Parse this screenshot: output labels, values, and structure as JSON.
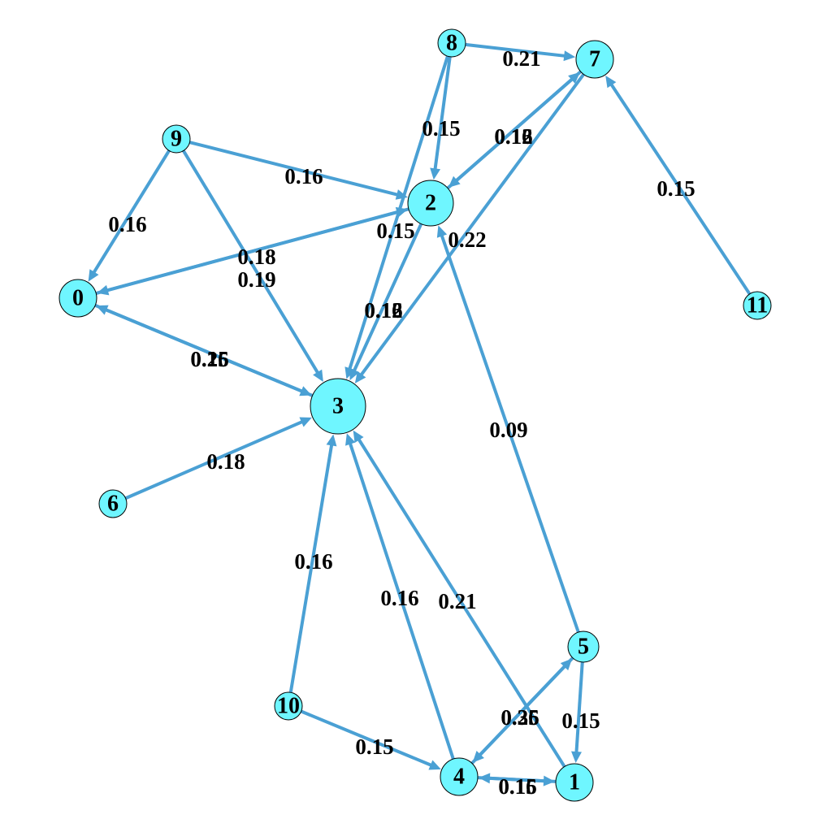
{
  "graph": {
    "type": "directed-weighted-graph",
    "nodes": [
      {
        "id": "0",
        "label": "0"
      },
      {
        "id": "1",
        "label": "1"
      },
      {
        "id": "2",
        "label": "2"
      },
      {
        "id": "3",
        "label": "3"
      },
      {
        "id": "4",
        "label": "4"
      },
      {
        "id": "5",
        "label": "5"
      },
      {
        "id": "6",
        "label": "6"
      },
      {
        "id": "7",
        "label": "7"
      },
      {
        "id": "8",
        "label": "8"
      },
      {
        "id": "9",
        "label": "9"
      },
      {
        "id": "10",
        "label": "10"
      },
      {
        "id": "11",
        "label": "11"
      }
    ],
    "edges": [
      {
        "source": "8",
        "target": "7",
        "weight": "0.21"
      },
      {
        "source": "8",
        "target": "2",
        "weight": "0.15"
      },
      {
        "source": "8",
        "target": "3",
        "weight": "0.12"
      },
      {
        "source": "7",
        "target": "2",
        "weight": "0.16"
      },
      {
        "source": "2",
        "target": "7",
        "weight": "0.12"
      },
      {
        "source": "7",
        "target": "3",
        "weight": "0.22"
      },
      {
        "source": "11",
        "target": "7",
        "weight": "0.15"
      },
      {
        "source": "9",
        "target": "2",
        "weight": "0.16"
      },
      {
        "source": "9",
        "target": "0",
        "weight": "0.16"
      },
      {
        "source": "9",
        "target": "3",
        "weight": "0.19"
      },
      {
        "source": "2",
        "target": "0",
        "weight": "0.18"
      },
      {
        "source": "0",
        "target": "2",
        "weight": "0.15"
      },
      {
        "source": "2",
        "target": "3",
        "weight": "0.16"
      },
      {
        "source": "0",
        "target": "3",
        "weight": "0.25"
      },
      {
        "source": "3",
        "target": "0",
        "weight": "0.16"
      },
      {
        "source": "6",
        "target": "3",
        "weight": "0.18"
      },
      {
        "source": "10",
        "target": "3",
        "weight": "0.16"
      },
      {
        "source": "4",
        "target": "3",
        "weight": "0.16"
      },
      {
        "source": "1",
        "target": "3",
        "weight": "0.21"
      },
      {
        "source": "5",
        "target": "2",
        "weight": "0.09"
      },
      {
        "source": "10",
        "target": "4",
        "weight": "0.15"
      },
      {
        "source": "5",
        "target": "4",
        "weight": "0.35"
      },
      {
        "source": "4",
        "target": "5",
        "weight": "0.26"
      },
      {
        "source": "5",
        "target": "1",
        "weight": "0.15"
      },
      {
        "source": "4",
        "target": "1",
        "weight": "0.15"
      },
      {
        "source": "1",
        "target": "4",
        "weight": "0.16"
      }
    ],
    "colors": {
      "edge": "#4aa0d4",
      "node_fill": "#6ff6ff",
      "node_stroke": "#000000"
    }
  }
}
